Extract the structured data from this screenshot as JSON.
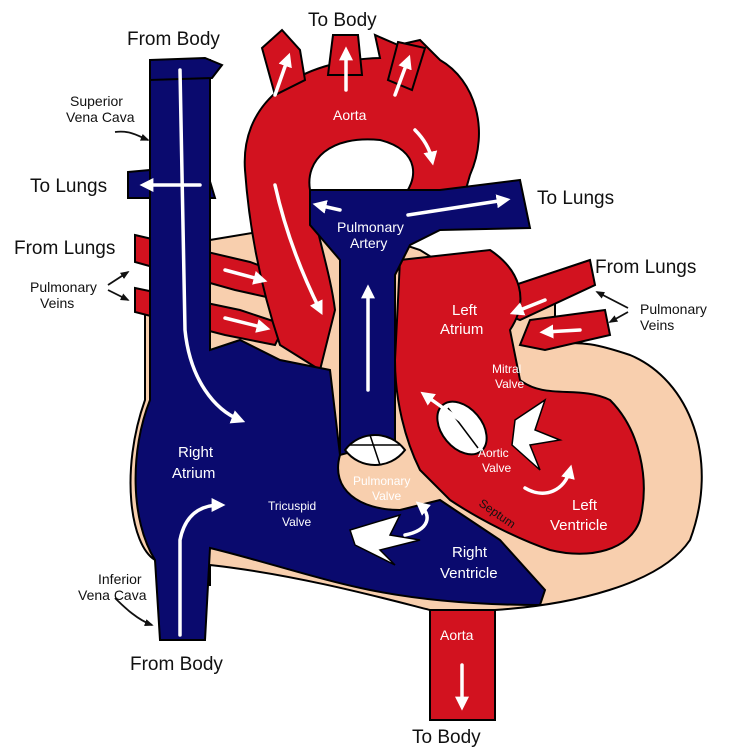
{
  "colors": {
    "oxygenated": "#d2121f",
    "deoxygenated": "#0a0a6e",
    "tissue": "#f8cfae",
    "outline": "#000000",
    "arrow": "#ffffff"
  },
  "labels": {
    "from_body_top": "From Body",
    "to_body_top": "To Body",
    "aorta_top": "Aorta",
    "superior_vena_cava_1": "Superior",
    "superior_vena_cava_2": "Vena Cava",
    "to_lungs_left": "To Lungs",
    "to_lungs_right": "To Lungs",
    "from_lungs_left": "From Lungs",
    "from_lungs_right": "From Lungs",
    "pulmonary_veins_left_1": "Pulmonary",
    "pulmonary_veins_left_2": "Veins",
    "pulmonary_veins_right_1": "Pulmonary",
    "pulmonary_veins_right_2": "Veins",
    "pulmonary_artery_1": "Pulmonary",
    "pulmonary_artery_2": "Artery",
    "left_atrium_1": "Left",
    "left_atrium_2": "Atrium",
    "mitral_valve_1": "Mitral",
    "mitral_valve_2": "Valve",
    "aortic_valve_1": "Aortic",
    "aortic_valve_2": "Valve",
    "right_atrium_1": "Right",
    "right_atrium_2": "Atrium",
    "tricuspid_valve_1": "Tricuspid",
    "tricuspid_valve_2": "Valve",
    "pulmonary_valve_1": "Pulmonary",
    "pulmonary_valve_2": "Valve",
    "septum": "Septum",
    "left_ventricle_1": "Left",
    "left_ventricle_2": "Ventricle",
    "right_ventricle_1": "Right",
    "right_ventricle_2": "Ventricle",
    "inferior_vena_cava_1": "Inferior",
    "inferior_vena_cava_2": "Vena Cava",
    "from_body_bottom": "From Body",
    "aorta_bottom": "Aorta",
    "to_body_bottom": "To Body"
  }
}
